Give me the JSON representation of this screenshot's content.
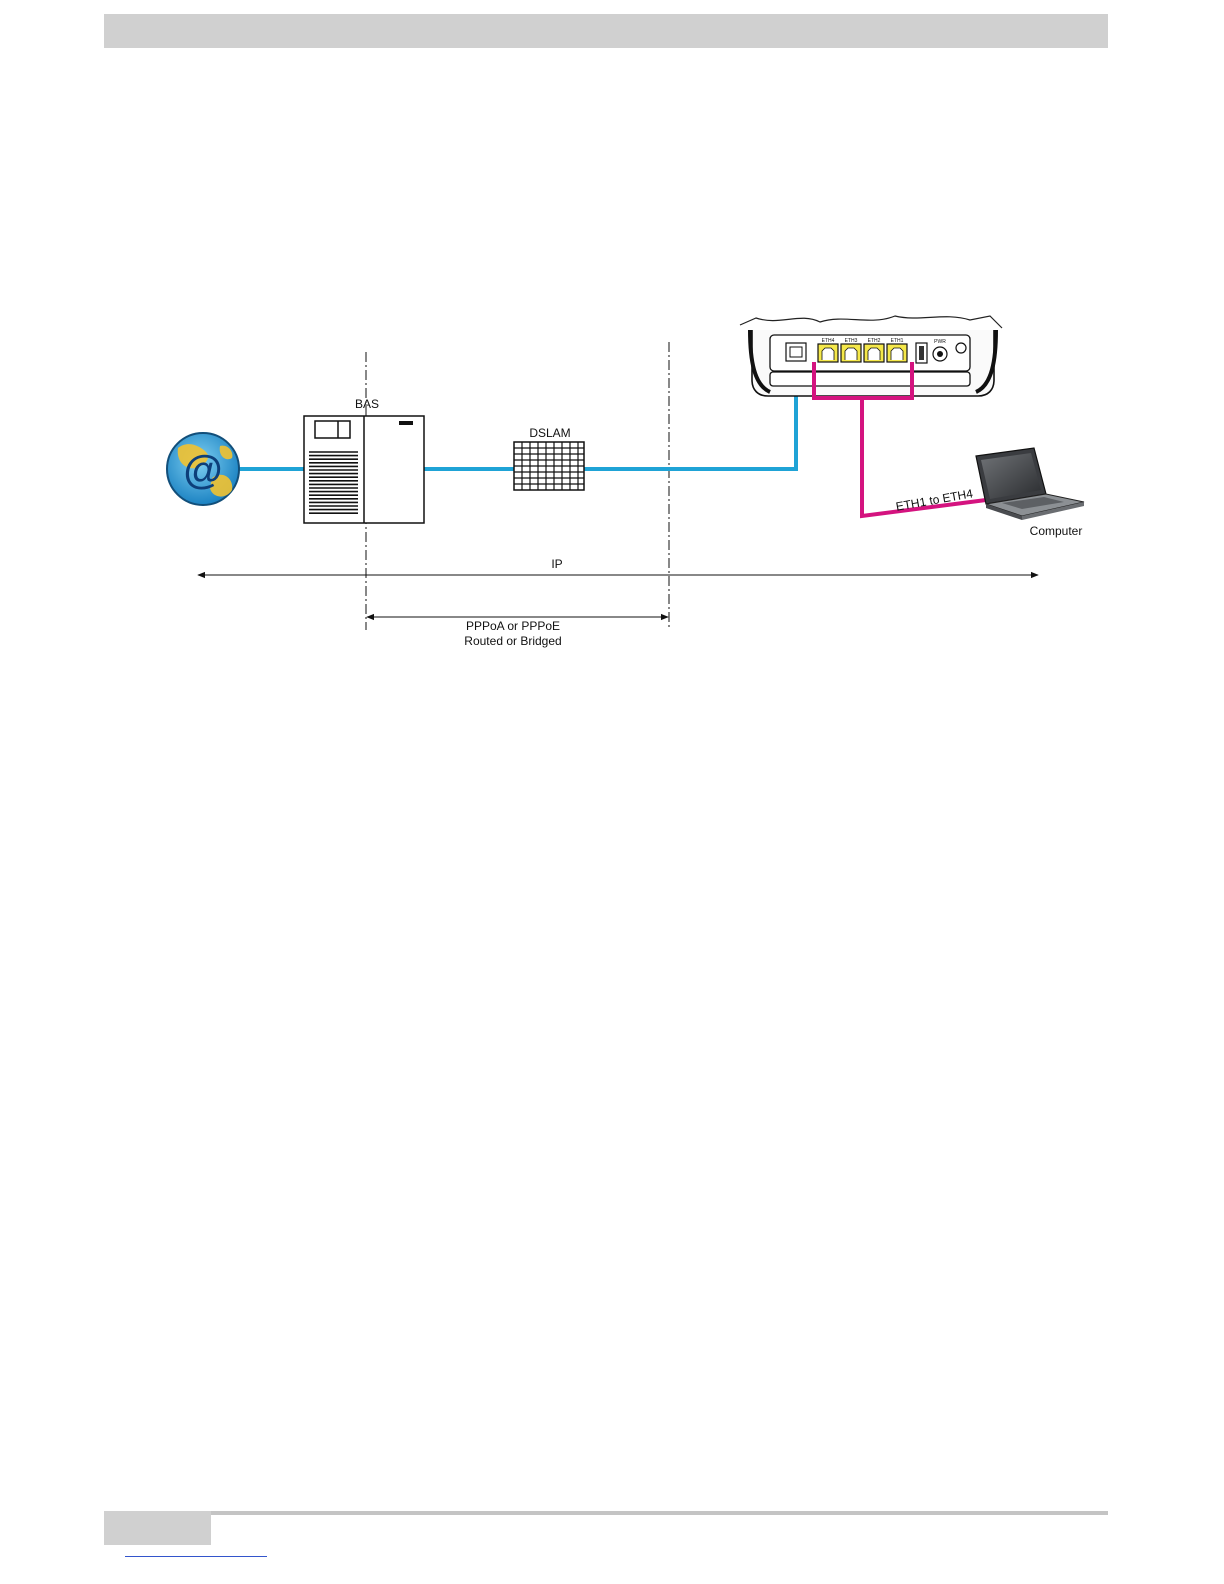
{
  "diagram": {
    "nodes": {
      "internet": {
        "icon": "internet-globe-icon"
      },
      "bas": {
        "label": "BAS"
      },
      "dslam": {
        "label": "DSLAM"
      },
      "router": {
        "port_labels": [
          "ETH4",
          "ETH3",
          "ETH2",
          "ETH1"
        ],
        "power_label": "PWR"
      },
      "computer": {
        "label": "Computer"
      }
    },
    "links": {
      "lan_cable_label": "ETH1 to ETH4"
    },
    "spans": {
      "ip": "IP",
      "ppp_line1": "PPPoA or PPPoE",
      "ppp_line2": "Routed or Bridged"
    },
    "colors": {
      "wan_line": "#1fa3d6",
      "lan_line": "#d4137f",
      "eth_port": "#f5e84a",
      "header_bar": "#d0d0d0"
    }
  }
}
